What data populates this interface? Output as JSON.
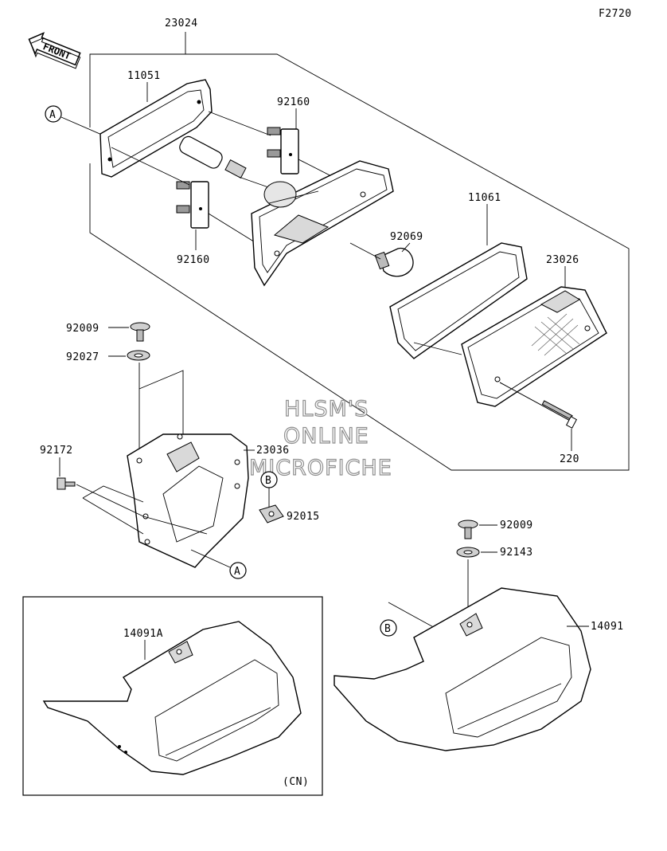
{
  "figure_code": "F2720",
  "front_label": "FRONT",
  "callouts": {
    "a_top": "A",
    "a_bottom": "A",
    "b_mid": "B",
    "b_right": "B"
  },
  "parts": {
    "p23024": "23024",
    "p11051": "11051",
    "p92160_top": "92160",
    "p92160_bottom": "92160",
    "p92069": "92069",
    "p11061": "11061",
    "p23026": "23026",
    "p92009_left": "92009",
    "p92027": "92027",
    "p92172": "92172",
    "p23036": "23036",
    "p92015": "92015",
    "p220": "220",
    "p92009_right": "92009",
    "p92143": "92143",
    "p14091": "14091",
    "p14091A": "14091A"
  },
  "variant_note": "(CN)",
  "watermark": [
    "HLSM'S",
    "ONLINE",
    "MICROFICHE"
  ]
}
